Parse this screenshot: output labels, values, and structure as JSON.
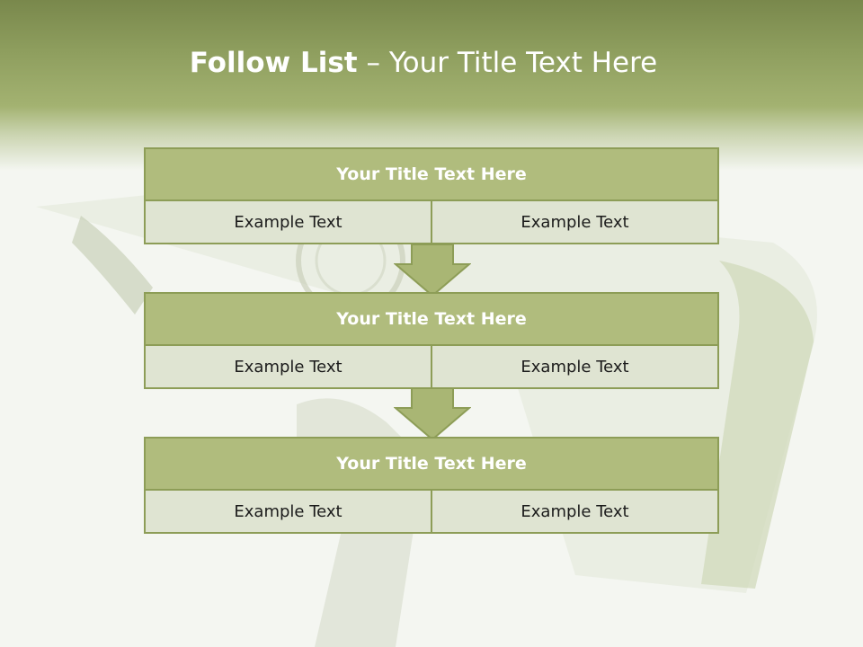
{
  "slide": {
    "title_bold": "Follow List",
    "title_rest": "– Your Title Text Here"
  },
  "blocks": [
    {
      "title": "Your Title Text Here",
      "cells": [
        "Example Text",
        "Example Text"
      ]
    },
    {
      "title": "Your Title Text Here",
      "cells": [
        "Example Text",
        "Example Text"
      ]
    },
    {
      "title": "Your Title Text Here",
      "cells": [
        "Example Text",
        "Example Text"
      ]
    }
  ],
  "colors": {
    "header": "#8e9e5e",
    "block_title": "#b0bc7d",
    "block_border": "#8d9d57",
    "cell_fill": "#dfe4d2"
  },
  "background_image": "dollar-bill-photo"
}
